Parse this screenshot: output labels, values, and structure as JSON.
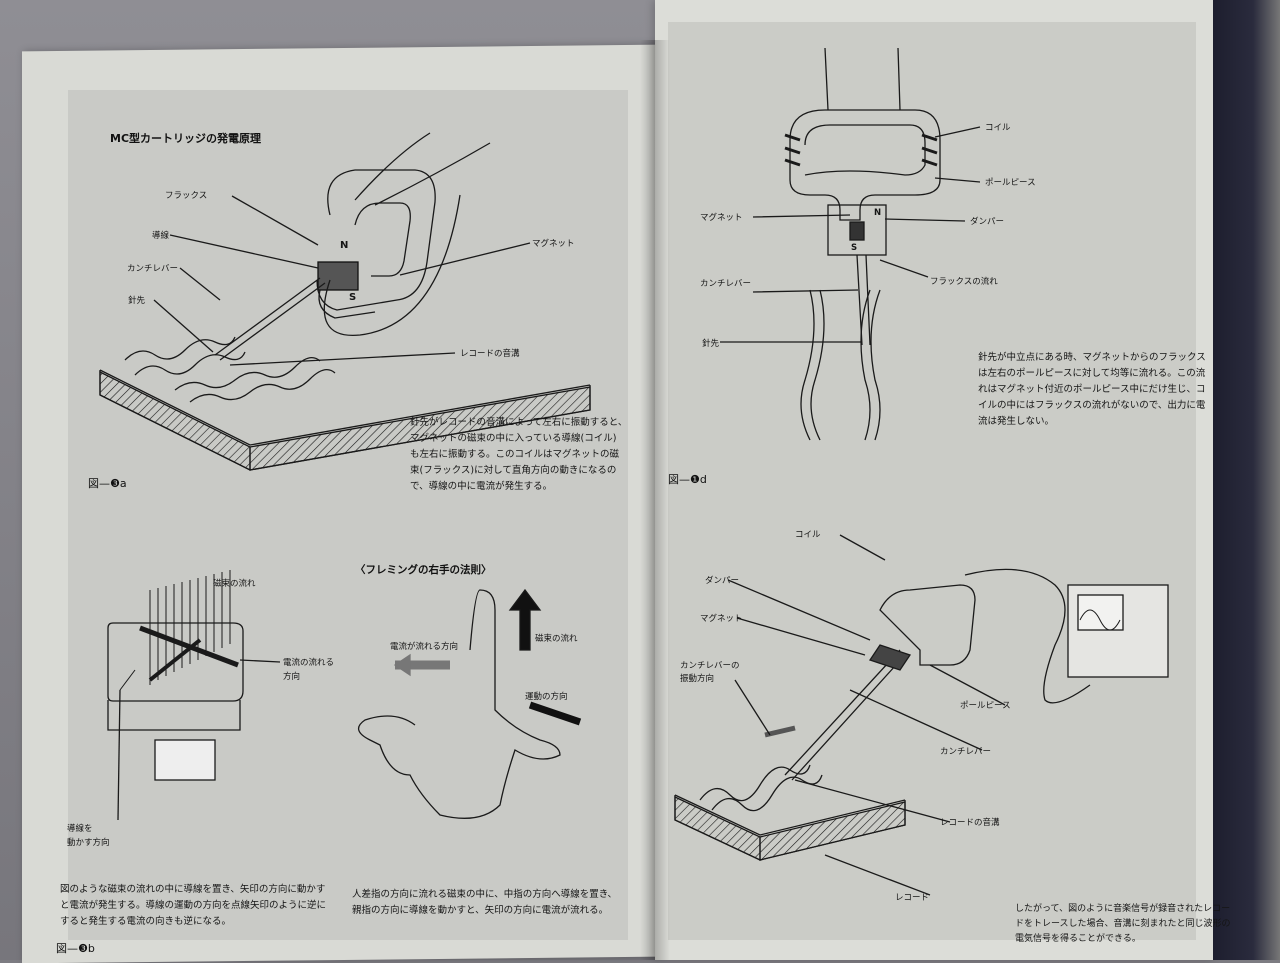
{
  "left_page": {
    "title": "MC型カートリッジの発電原理",
    "fig_a": {
      "labels": {
        "flux": "フラックス",
        "wire": "導線",
        "cantilever": "カンチレバー",
        "stylus": "針先",
        "magnet": "マグネット",
        "groove": "レコードの音溝",
        "n": "N",
        "s": "S"
      },
      "caption": "針先がレコードの音溝によって左右に振動すると、\nマグネットの磁束の中に入っている導線(コイル)\nも左右に振動する。このコイルはマグネットの磁\n束(フラックス)に対して直角方向の動きになるの\nで、導線の中に電流が発生する。",
      "fig_label": "図—❸a"
    },
    "fig_b": {
      "labels": {
        "flux_flow": "磁束の流れ",
        "current_dir": "電流の流れる\n方向",
        "move_wire": "導線を\n動かす方向"
      },
      "fleming_title": "〈フレミングの右手の法則〉",
      "fleming_labels": {
        "current": "電流が流れる方向",
        "flux": "磁束の流れ",
        "motion": "運動の方向"
      },
      "caption_left": "図のような磁束の流れの中に導線を置き、矢印の方向に動かす\nと電流が発生する。導線の運動の方向を点線矢印のように逆に\nすると発生する電流の向きも逆になる。",
      "caption_right": "人差指の方向に流れる磁束の中に、中指の方向へ導線を置き、\n親指の方向に導線を動かすと、矢印の方向に電流が流れる。",
      "fig_label": "図—❸b"
    }
  },
  "right_page": {
    "fig_d": {
      "labels": {
        "coil": "コイル",
        "pole_piece": "ポールピース",
        "magnet": "マグネット",
        "damper": "ダンパー",
        "cantilever": "カンチレバー",
        "flux_flow": "フラックスの流れ",
        "stylus": "針先",
        "n": "N",
        "s": "S"
      },
      "caption": "針先が中立点にある時、マグネットからのフラックス\nは左右のポールピースに対して均等に流れる。この流\nれはマグネット付近のポールピース中にだけ生じ、コ\nイルの中にはフラックスの流れがないので、出力に電\n流は発生しない。",
      "fig_label": "図—❶d"
    },
    "fig_e": {
      "labels": {
        "coil": "コイル",
        "damper": "ダンパー",
        "magnet": "マグネット",
        "cantilever_vib": "カンチレバーの\n振動方向",
        "pole_piece": "ポールピース",
        "cantilever": "カンチレバー",
        "groove": "レコードの音溝",
        "record": "レコード"
      },
      "caption": "したがって、図のように音楽信号が録音されたレコー\nドをトレースした場合、音溝に刻まれたと同じ波形の\n電気信号を得ることができる。"
    }
  }
}
